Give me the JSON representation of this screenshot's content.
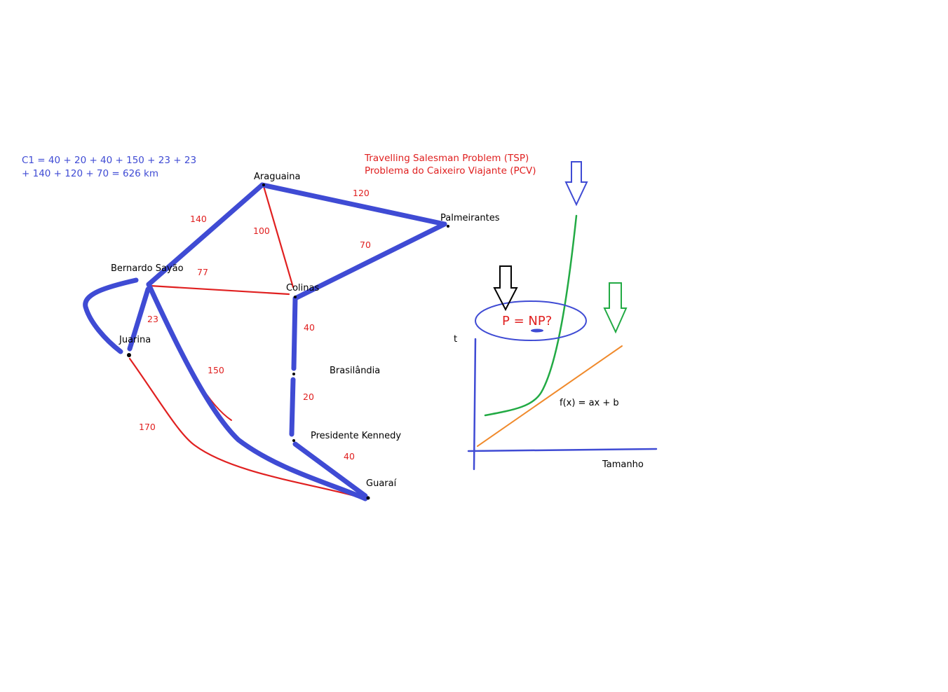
{
  "colors": {
    "route_blue": "#3f4bd4",
    "edge_red": "#e02020",
    "text_black": "#000000",
    "curve_green": "#22aa44",
    "line_orange": "#f08a2c",
    "axis_blue": "#3f4bd4"
  },
  "calculation": {
    "line1": "C1 = 40 + 20 + 40 + 150 + 23 + 23",
    "line2": "+ 140 + 120 + 70 = 626 km"
  },
  "title": {
    "line1": "Travelling Salesman Problem (TSP)",
    "line2": "Problema do Caixeiro Viajante (PCV)"
  },
  "cities": {
    "araguaina": "Araguaina",
    "palmeirantes": "Palmeirantes",
    "bernardo_sayao": "Bernardo Sayão",
    "colinas": "Colinas",
    "juarina": "Juarina",
    "brasilandia": "Brasilândia",
    "presidente_kennedy": "Presidente Kennedy",
    "guarai": "Guaraí"
  },
  "distances": {
    "araguaina_palmeirantes": "120",
    "bernardo_araguaina": "140",
    "araguaina_colinas": "100",
    "palmeirantes_colinas": "70",
    "bernardo_colinas": "77",
    "bernardo_juarina": "23",
    "colinas_brasilandia": "40",
    "bernardo_guarai": "150",
    "brasilandia_kennedy": "20",
    "juarina_guarai": "170",
    "kennedy_guarai": "40"
  },
  "complexity": {
    "question": "P = NP?",
    "y_axis": "t",
    "x_axis": "Tamanho",
    "linear_formula": "f(x) = ax + b"
  }
}
